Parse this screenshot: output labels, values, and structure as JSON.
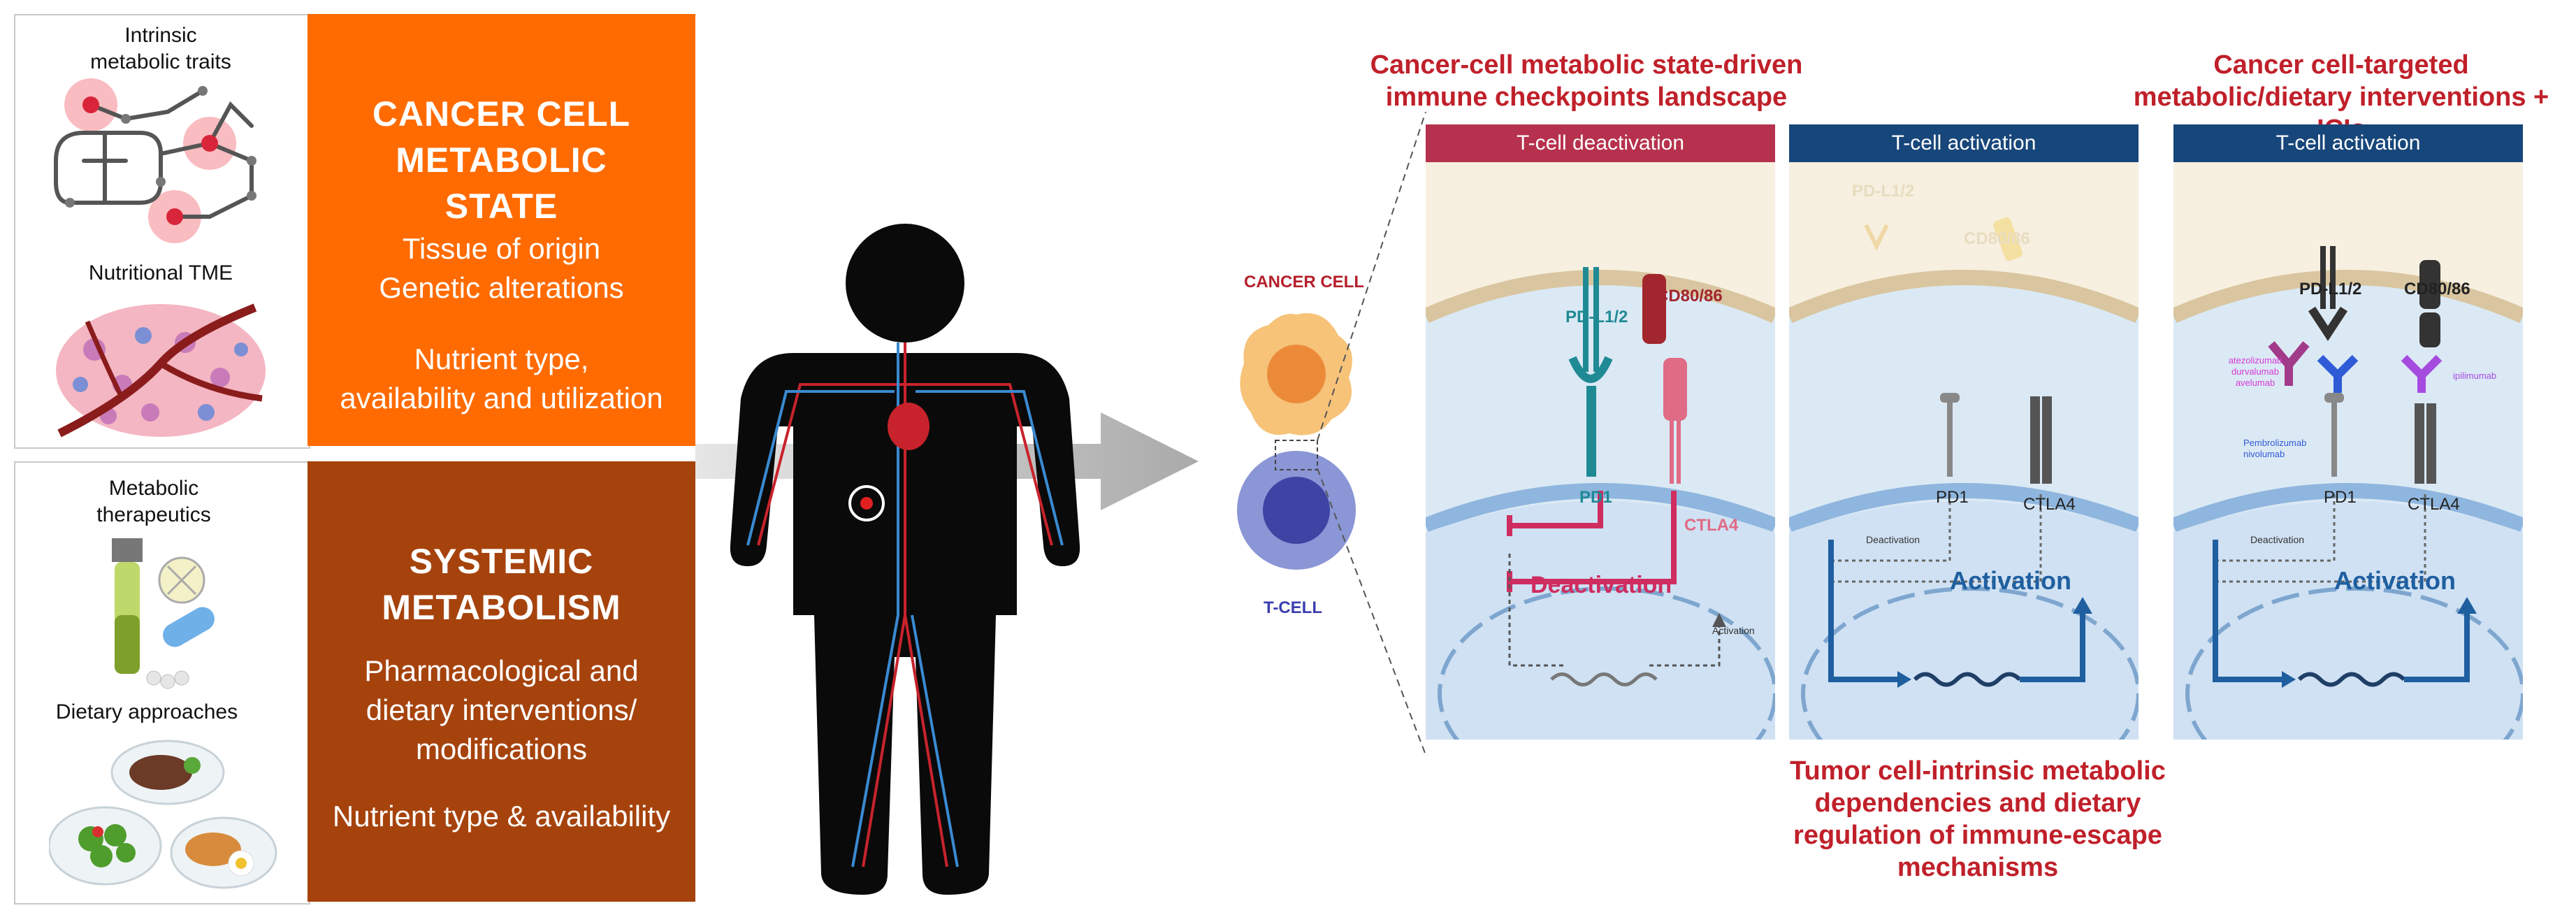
{
  "left_panel_top": {
    "label_intrinsic": "Intrinsic metabolic traits",
    "label_tme": "Nutritional TME"
  },
  "left_panel_bottom": {
    "label_therapeutics": "Metabolic therapeutics",
    "label_dietary": "Dietary approaches"
  },
  "cancer_state_box": {
    "heading": "CANCER CELL METABOLIC STATE",
    "line1": "Tissue of origin",
    "line2": "Genetic alterations",
    "line3": "Nutrient type,",
    "line4": "availability and utilization",
    "color": "#ff6b00"
  },
  "systemic_box": {
    "heading": "SYSTEMIC METABOLISM",
    "line1": "Pharmacological and",
    "line2": "dietary interventions/",
    "line3": "modifications",
    "line4": "Nutrient type & availability",
    "color": "#a6430d"
  },
  "cells": {
    "cancer_label": "CANCER CELL",
    "tcell_label": "T-CELL"
  },
  "titles": {
    "landscape": "Cancer-cell metabolic state-driven immune checkpoints landscape",
    "targeted": "Cancer cell-targeted metabolic/dietary interventions + ICIs",
    "dependencies": "Tumor cell-intrinsic metabolic dependencies and dietary regulation of immune-escape mechanisms"
  },
  "panels": [
    {
      "header": "T-cell deactivation",
      "header_color": "#b6314d",
      "ligand1": "PD-L1/2",
      "ligand2": "CD80/86",
      "receptor1": "PD1",
      "receptor2": "CTLA4",
      "big_label": "Deactivation",
      "small_label": "Activation"
    },
    {
      "header": "T-cell activation",
      "header_color": "#17467a",
      "ligand1": "PD-L1/2",
      "ligand2": "CD80/86",
      "receptor1": "PD1",
      "receptor2": "CTLA4",
      "big_label": "Activation",
      "small_label": "Deactivation"
    },
    {
      "header": "T-cell activation",
      "header_color": "#17467a",
      "ligand1": "PD-L1/2",
      "ligand2": "CD80/86",
      "receptor1": "PD1",
      "receptor2": "CTLA4",
      "big_label": "Activation",
      "small_label": "Deactivation",
      "drugs_pdl1": "atezolizumab durvalumab avelumab",
      "drugs_pd1": "Pembrolizumab nivolumab",
      "drug_ctla4": "ipilimumab"
    }
  ]
}
